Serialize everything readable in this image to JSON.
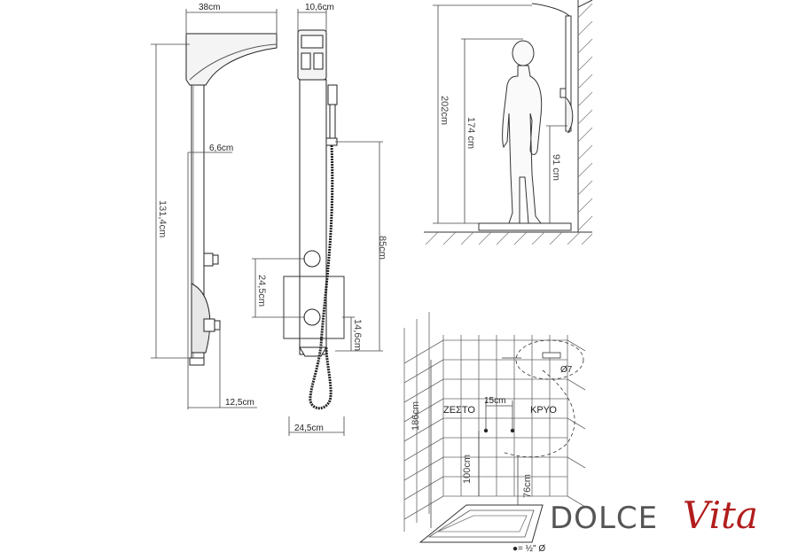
{
  "front_view": {
    "width_top": "38cm",
    "bar_width": "6,6cm",
    "height": "131,4cm",
    "projection": "12,5cm"
  },
  "side_view": {
    "depth_top": "10,6cm",
    "hose_height": "85cm",
    "valve_spacing": "24,5cm",
    "lower_offset": "14,6cm",
    "base_width": "24,5cm"
  },
  "person_view": {
    "total_height": "202cm",
    "person_height": "174 cm",
    "mixer_height": "91 cm"
  },
  "wall_view": {
    "hot_label": "ΖΕΣΤΟ",
    "cold_label": "ΚΡΥΟ",
    "pipe_spacing": "15cm",
    "pipe_height": "186cm",
    "floor_height": "100cm",
    "tray_height": "76cm",
    "detail_diameter": "Ø7",
    "pipe_note": "●= ½\" Ø"
  },
  "logo": {
    "part1": "DOLCE",
    "part2": "Vita",
    "brand_color": "#b21d1d"
  }
}
